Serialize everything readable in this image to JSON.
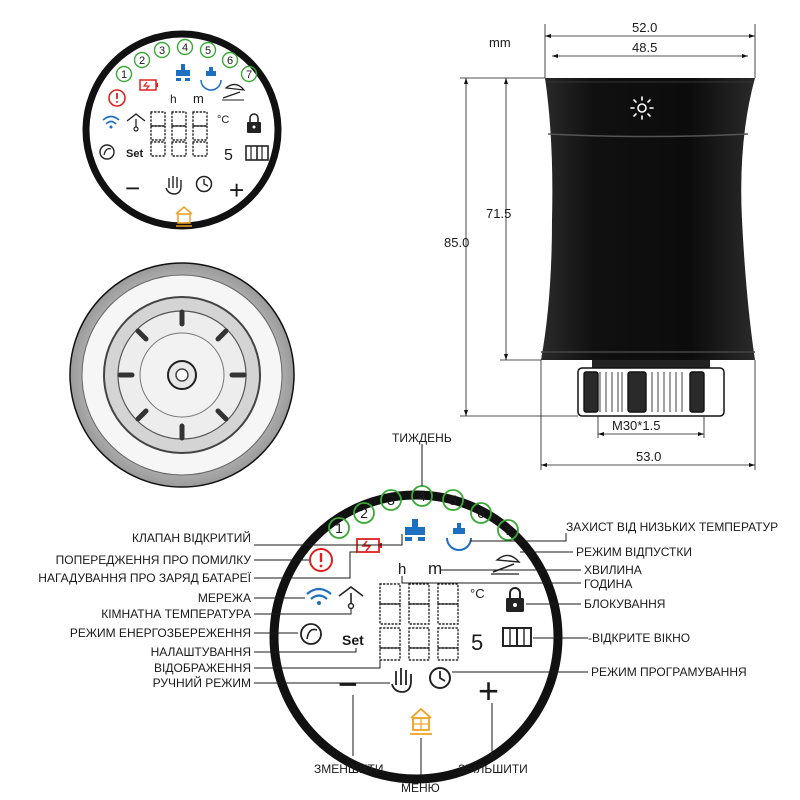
{
  "top_display": {
    "numbers": [
      "1",
      "2",
      "3",
      "4",
      "5",
      "6",
      "7"
    ],
    "hour_symbol": "h",
    "minute_symbol": "m",
    "celsius": "°C",
    "set_label": "Set",
    "digit_five": "5",
    "minus": "−",
    "plus": "+"
  },
  "side_view": {
    "unit": "mm",
    "dim_top_outer": "52.0",
    "dim_top_inner": "48.5",
    "dim_body_height": "71.5",
    "dim_total_height": "85.0",
    "dim_thread": "M30*1.5",
    "dim_bottom": "53.0"
  },
  "bottom_display": {
    "numbers": [
      "1",
      "2",
      "3",
      "4",
      "5",
      "6",
      "7"
    ],
    "hour_symbol": "h",
    "minute_symbol": "m",
    "celsius": "°C",
    "set_label": "Set",
    "digit_five": "5",
    "minus": "−",
    "plus": "+"
  },
  "callouts": {
    "week": "ТИЖДЕНЬ",
    "valve_open": "КЛАПАН ВІДКРИТИЙ",
    "error_warning": "ПОПЕРЕДЖЕННЯ ПРО ПОМИЛКУ",
    "battery_reminder": "НАГАДУВАННЯ ПРО ЗАРЯД БАТАРЕЇ",
    "network": "МЕРЕЖА",
    "room_temperature": "КІМНАТНА ТЕМПЕРАТУРА",
    "eco_mode": "РЕЖИМ ЕНЕРГОЗБЕРЕЖЕННЯ",
    "settings": "НАЛАШТУВАННЯ",
    "display": "ВІДОБРАЖЕННЯ",
    "manual_mode": "РУЧНИЙ РЕЖИМ",
    "frost_protection": "ЗАХИСТ ВІД НИЗЬКИХ ТЕМПЕРАТУР",
    "holiday_mode": "РЕЖИМ ВІДПУСТКИ",
    "minute": "ХВИЛИНА",
    "hour": "ГОДИНА",
    "lock": "БЛОКУВАННЯ",
    "open_window": "-ВІДКРИТЕ ВІКНО",
    "program_mode": "РЕЖИМ ПРОГРАМУВАННЯ",
    "decrease": "ЗМЕНШИТИ",
    "menu": "МЕНЮ",
    "increase": "ЗБІЛЬШИТИ"
  },
  "colors": {
    "week_circle": "#3aa935",
    "alert_red": "#e02020",
    "icon_blue": "#1c6fc1",
    "menu_orange": "#f0a020",
    "outline": "#1a1a1a"
  }
}
